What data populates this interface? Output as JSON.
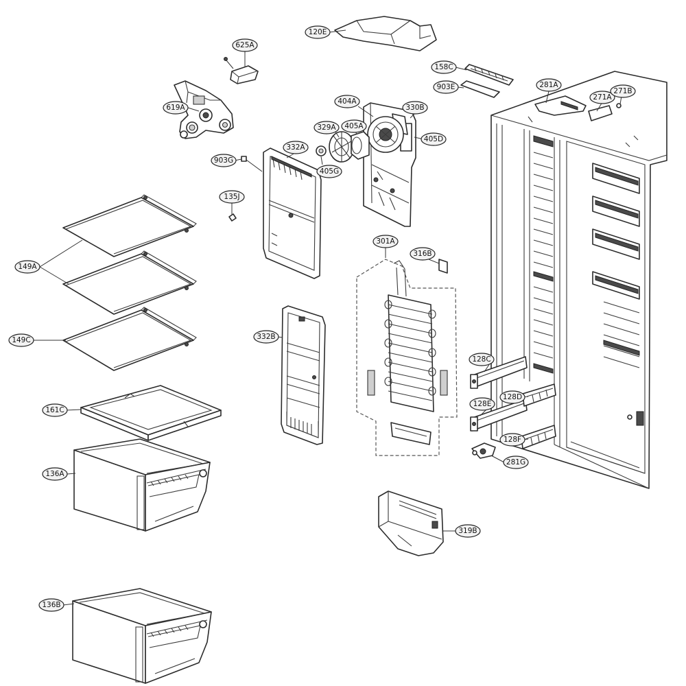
{
  "callouts": {
    "c120E": "120E",
    "c625A": "625A",
    "c158C": "158C",
    "c903E": "903E",
    "c281A": "281A",
    "c271A": "271A",
    "c271B": "271B",
    "c619A": "619A",
    "c404A": "404A",
    "c330B": "330B",
    "c329A": "329A",
    "c405A": "405A",
    "c405D": "405D",
    "c903G": "903G",
    "c332A": "332A",
    "c405G": "405G",
    "c135J": "135J",
    "c149A": "149A",
    "c301A": "301A",
    "c316B": "316B",
    "c149C": "149C",
    "c332B": "332B",
    "c128C": "128C",
    "c128E": "128E",
    "c128D": "128D",
    "c128F": "128F",
    "c161C": "161C",
    "c281G": "281G",
    "c136A": "136A",
    "c319B": "319B",
    "c136B": "136B"
  }
}
